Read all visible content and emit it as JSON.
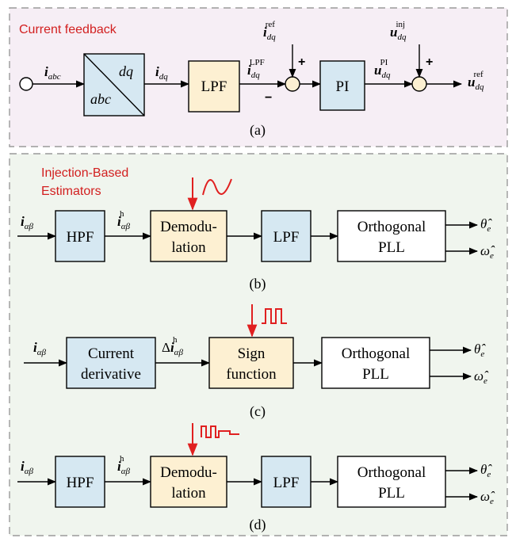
{
  "colors": {
    "panel_a_fill": "#f6eef5",
    "panel_b_fill": "#f0f5ee",
    "block_blue": "#d6e8f2",
    "block_yellow": "#fdf0d2",
    "block_white": "#ffffff",
    "red_accent": "#d21f1f"
  },
  "panel_a": {
    "title": "Current feedback",
    "input": {
      "sym": "i",
      "sub": "abc"
    },
    "transform_top": "dq",
    "transform_bottom": "abc",
    "after_transform": {
      "sym": "i",
      "sub": "dq"
    },
    "lpf": "LPF",
    "after_lpf": {
      "sym": "i",
      "sub": "dq",
      "sup": "LPF"
    },
    "ref": {
      "sym": "i",
      "sub": "dq",
      "sup": "ref"
    },
    "sum_plus": "+",
    "sum_minus": "−",
    "pi": "PI",
    "after_pi": {
      "sym": "u",
      "sub": "dq",
      "sup": "PI"
    },
    "inj": {
      "sym": "u",
      "sub": "dq",
      "sup": "inj"
    },
    "sum2_plus": "+",
    "output": {
      "sym": "u",
      "sub": "dq",
      "sup": "ref"
    },
    "caption": "(a)"
  },
  "panel_b": {
    "title_line1": "Injection-Based",
    "title_line2": "Estimators",
    "caption_b": "(b)",
    "caption_c": "(c)",
    "caption_d": "(d)",
    "row_b": {
      "input": {
        "sym": "i",
        "sub": "αβ"
      },
      "hpf": "HPF",
      "after_hpf": {
        "sym": "i",
        "sub": "αβ",
        "sup": "h"
      },
      "demod1": "Demodu-",
      "demod2": "lation",
      "lpf": "LPF",
      "pll1": "Orthogonal",
      "pll2": "PLL",
      "out_theta": {
        "sym": "θ̂",
        "sub": "e"
      },
      "out_omega": {
        "sym": "ω̂",
        "sub": "e"
      },
      "injection_icon": "sine-wave-icon"
    },
    "row_c": {
      "input": {
        "sym": "i",
        "sub": "αβ"
      },
      "deriv1": "Current",
      "deriv2": "derivative",
      "after_deriv": {
        "pre": "Δ",
        "sym": "i",
        "sub": "αβ",
        "sup": "h"
      },
      "sign1": "Sign",
      "sign2": "function",
      "pll1": "Orthogonal",
      "pll2": "PLL",
      "out_theta": {
        "sym": "θ̂",
        "sub": "e"
      },
      "out_omega": {
        "sym": "ω̂",
        "sub": "e"
      },
      "injection_icon": "square-wave-icon"
    },
    "row_d": {
      "input": {
        "sym": "i",
        "sub": "αβ"
      },
      "hpf": "HPF",
      "after_hpf": {
        "sym": "i",
        "sub": "αβ",
        "sup": "h"
      },
      "demod1": "Demodu-",
      "demod2": "lation",
      "lpf": "LPF",
      "pll1": "Orthogonal",
      "pll2": "PLL",
      "out_theta": {
        "sym": "θ̂",
        "sub": "e"
      },
      "out_omega": {
        "sym": "ω̂",
        "sub": "e"
      },
      "injection_icon": "pulse-train-icon"
    }
  }
}
